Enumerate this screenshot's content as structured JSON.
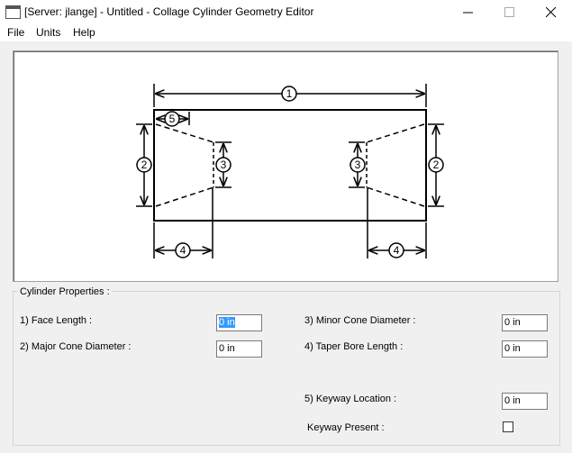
{
  "window": {
    "title": "[Server: jlange] - Untitled - Collage Cylinder Geometry Editor"
  },
  "menu": {
    "file": "File",
    "units": "Units",
    "help": "Help"
  },
  "diagram": {
    "labels": {
      "face_length": "1",
      "major_cone": "2",
      "minor_cone": "3",
      "taper_bore": "4",
      "keyway": "5"
    }
  },
  "properties": {
    "group_title": "Cylinder Properties :",
    "face_length": {
      "label": "1) Face Length :",
      "value": "0 in"
    },
    "major_cone_diameter": {
      "label": "2) Major Cone Diameter :",
      "value": "0 in"
    },
    "minor_cone_diameter": {
      "label": "3) Minor Cone Diameter :",
      "value": "0 in"
    },
    "taper_bore_length": {
      "label": "4) Taper Bore Length :",
      "value": "0 in"
    },
    "keyway_location": {
      "label": "5) Keyway Location :",
      "value": "0 in"
    },
    "keyway_present": {
      "label": "Keyway Present :",
      "checked": false
    }
  }
}
